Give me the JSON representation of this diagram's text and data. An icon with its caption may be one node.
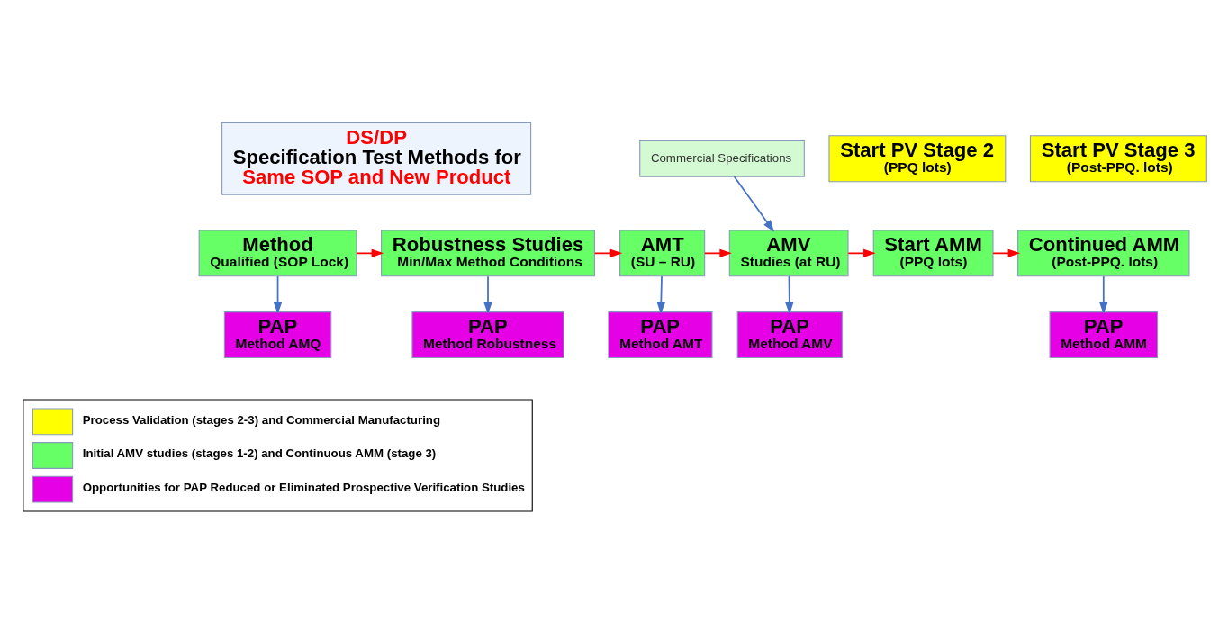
{
  "diagram": {
    "nodes": [
      {
        "text": [
          "DS/DP",
          "Specification Test Methods for",
          "Same SOP and New Product"
        ]
      },
      {
        "text": [
          "Commercial Specifications"
        ]
      },
      {
        "text": [
          "Start PV Stage 2",
          "(PPQ lots)"
        ]
      },
      {
        "text": [
          "Start PV Stage 3",
          "(Post-PPQ. lots)"
        ]
      },
      {
        "text": [
          "Method",
          "Qualified (SOP Lock)"
        ]
      },
      {
        "text": [
          "Robustness Studies",
          "Min/Max Method Conditions"
        ]
      },
      {
        "text": [
          "AMT",
          "(SU – RU)"
        ]
      },
      {
        "text": [
          "AMV",
          "Studies (at RU)"
        ]
      },
      {
        "text": [
          "Start AMM",
          "(PPQ lots)"
        ]
      },
      {
        "text": [
          "Continued AMM",
          "(Post-PPQ. lots)"
        ]
      },
      {
        "text": [
          "PAP",
          "Method AMQ"
        ]
      },
      {
        "text": [
          "PAP",
          "Method Robustness"
        ]
      },
      {
        "text": [
          "PAP",
          "Method AMT"
        ]
      },
      {
        "text": [
          "PAP",
          "Method AMV"
        ]
      },
      {
        "text": [
          "PAP",
          "Method AMM"
        ]
      }
    ],
    "edges": [
      {
        "from": 4,
        "to": 5,
        "arrow": "to",
        "color": "#ff0000"
      },
      {
        "from": 5,
        "to": 6,
        "arrow": "to",
        "color": "#ff0000"
      },
      {
        "from": 6,
        "to": 7,
        "arrow": "to",
        "color": "#ff0000"
      },
      {
        "from": 7,
        "to": 8,
        "arrow": "to",
        "color": "#ff0000"
      },
      {
        "from": 8,
        "to": 9,
        "arrow": "to",
        "color": "#ff0000"
      },
      {
        "from": 1,
        "to": 7,
        "arrow": "to"
      },
      {
        "from": 4,
        "to": 10,
        "arrow": "to"
      },
      {
        "from": 5,
        "to": 11,
        "arrow": "to"
      },
      {
        "from": 6,
        "to": 12,
        "arrow": "to"
      },
      {
        "from": 7,
        "to": 13,
        "arrow": "to"
      },
      {
        "from": 9,
        "to": 14,
        "arrow": "to"
      }
    ],
    "legend": [
      {
        "text": "Process Validation (stages 2-3) and Commercial Manufacturing",
        "color": "#ffff00"
      },
      {
        "text": "Initial AMV studies (stages 1-2) and Continuous AMM (stage 3)",
        "color": "#66ff66"
      },
      {
        "text": "Opportunities for PAP Reduced or Eliminated Prospective Verification Studies",
        "color": "#e600e6"
      }
    ]
  }
}
